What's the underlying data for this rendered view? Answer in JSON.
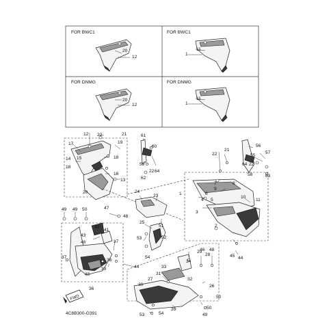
{
  "insets": [
    {
      "title": "FOR BWC1",
      "labels": [
        "20",
        "12"
      ]
    },
    {
      "title": "FOR BWC1",
      "labels": [
        "11",
        "1"
      ]
    },
    {
      "title": "FOR DNMG",
      "labels": [
        "20",
        "12"
      ]
    },
    {
      "title": "FOR DNMG",
      "labels": [
        "11",
        "1"
      ]
    }
  ],
  "callouts": {
    "c12": "12",
    "c22a": "22",
    "c21a": "21",
    "c17": "17",
    "c19": "19",
    "c18a": "18",
    "c14": "14",
    "c15": "15",
    "c18b": "18",
    "c16": "16",
    "c13": "13",
    "c20": "20",
    "c61": "61",
    "c60": "60",
    "c59": "59",
    "c22b": "22",
    "c64a": "64",
    "c62": "62",
    "c56": "56",
    "c57": "57",
    "c55": "55",
    "c22c": "22",
    "c63": "63",
    "c58": "58",
    "c64b": "64",
    "c21b": "21",
    "c22d": "22",
    "c7": "7",
    "c8": "8",
    "c9": "9",
    "c6": "6",
    "c4": "4",
    "c5": "5",
    "c10": "10",
    "c11": "11",
    "c1": "1",
    "c3": "3",
    "c2": "2",
    "c24": "24",
    "c23": "23",
    "c25": "25",
    "c51": "51",
    "c52": "52",
    "c53a": "53",
    "c54a": "54",
    "c49a": "49",
    "c50a": "50",
    "c49b": "49",
    "c47": "47",
    "c48a": "48",
    "c42": "42",
    "c41": "41",
    "c43": "43",
    "c46": "46",
    "c37a": "37",
    "c37b": "37",
    "c38": "38",
    "c39": "39",
    "c40": "40",
    "c44a": "44",
    "c36": "36",
    "c29": "29",
    "c28": "28",
    "c46b": "46",
    "c48b": "48",
    "c34": "34",
    "c33": "33",
    "c27": "27",
    "c31": "31",
    "c32": "32",
    "c30": "30",
    "c26": "26",
    "c50b": "50",
    "c35": "35",
    "c53b": "53",
    "c54b": "54",
    "c49c": "49",
    "c45": "45",
    "c44b": "44",
    "c50c": "50"
  },
  "fwd_label": "FWD",
  "diagram_code": "4C8B300-G391"
}
